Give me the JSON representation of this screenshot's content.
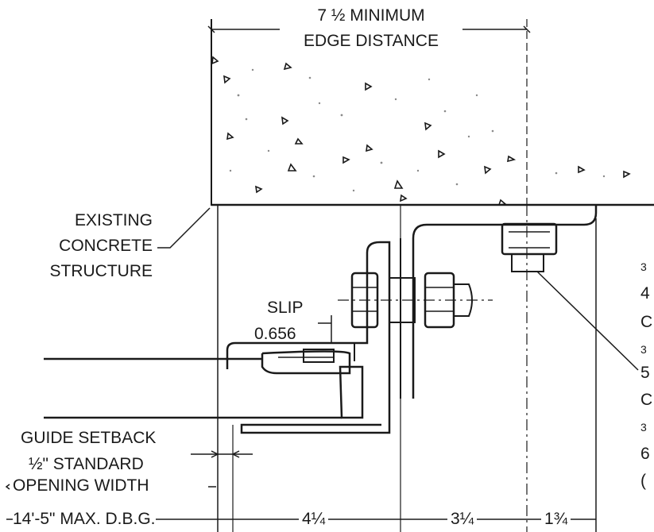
{
  "edge_distance": {
    "line1": "7 ½ MINIMUM",
    "line2": "EDGE DISTANCE"
  },
  "existing_structure": {
    "line1": "EXISTING",
    "line2": "CONCRETE",
    "line3": "STRUCTURE"
  },
  "slip": {
    "label": "SLIP",
    "value": "0.656"
  },
  "guide_setback": {
    "line1": "GUIDE SETBACK",
    "line2": "½\" STANDARD"
  },
  "opening_width": "OPENING WIDTH",
  "max_dbg": "14'-5\" MAX. D.B.G.",
  "dims": {
    "d1": "4¼",
    "d2": "3¼",
    "d3": "1¾"
  },
  "right_note_fragments": [
    "3",
    "4",
    "C",
    "3",
    "5",
    "C",
    "3",
    "6",
    "("
  ],
  "colors": {
    "ink": "#1a1a1a",
    "paper": "#ffffff",
    "concrete_speckle": "#8a8a8a"
  }
}
